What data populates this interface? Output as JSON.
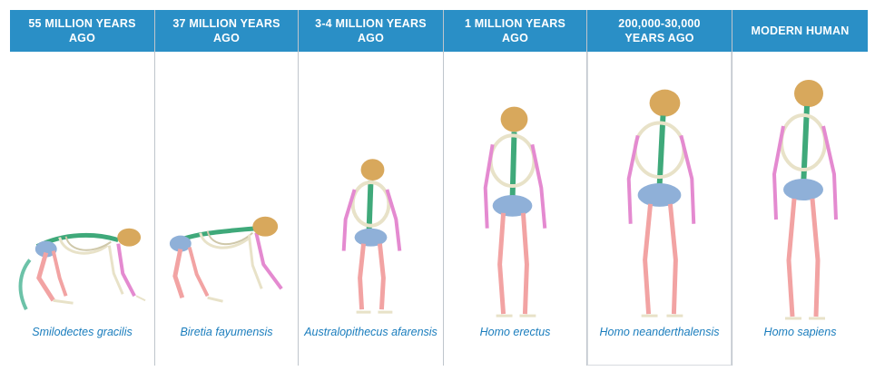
{
  "colors": {
    "header_bg": "#2a8fc6",
    "header_text": "#ffffff",
    "caption_text": "#1a7dbd",
    "divider": "#bfc5cc",
    "bone": "#e8e2c8",
    "skull": "#d8a85c",
    "spine": "#3fa97a",
    "arm": "#e48ad0",
    "leg": "#f2a3a3",
    "pelvis": "#8fb0d8",
    "tail": "#6cc2a8"
  },
  "columns": [
    {
      "header": "55 MILLION YEARS AGO",
      "species": "Smilodectes gracilis",
      "figure_icon": "quadruped-skeleton-icon"
    },
    {
      "header": "37 MILLION YEARS AGO",
      "species": "Biretia fayumensis",
      "figure_icon": "quadruped-skeleton-icon"
    },
    {
      "header": "3-4  MILLION YEARS AGO",
      "species": "Australopithecus afarensis",
      "figure_icon": "hominin-skeleton-icon"
    },
    {
      "header": "1  MILLION YEARS AGO",
      "species": "Homo erectus",
      "figure_icon": "hominin-skeleton-icon"
    },
    {
      "header": "200,000-30,000 YEARS AGO",
      "species": "Homo neanderthalensis",
      "figure_icon": "hominin-skeleton-icon"
    },
    {
      "header": "MODERN HUMAN",
      "species": "Homo sapiens",
      "figure_icon": "hominin-skeleton-icon"
    }
  ]
}
